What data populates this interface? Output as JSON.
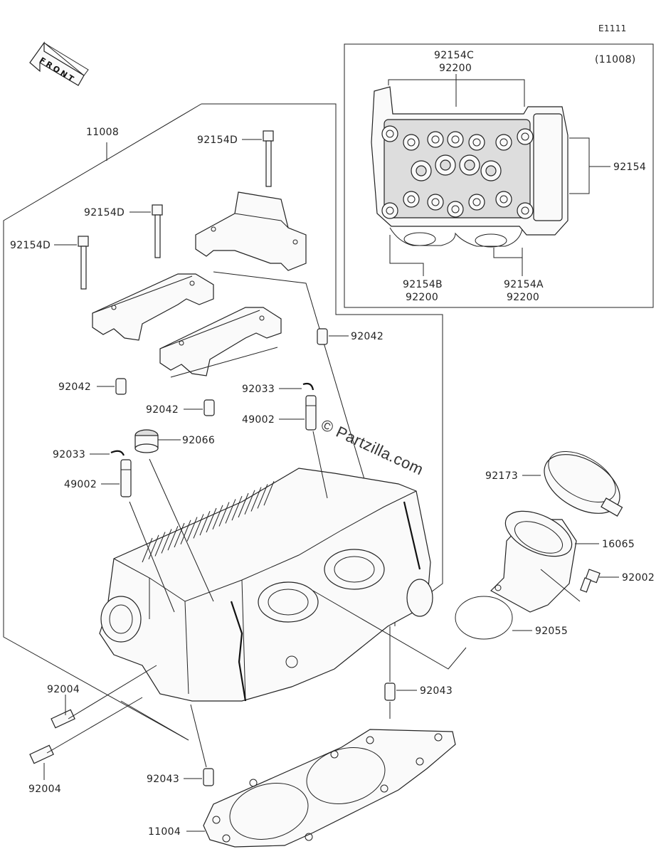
{
  "diagram_code": "E1111",
  "front_arrow_label": "FRONT",
  "watermark": "© Partzilla.com",
  "inset": {
    "title": "(11008)",
    "callouts": {
      "c_top_1": "92154C",
      "c_top_2": "92200",
      "c_right": "92154",
      "c_bl_1": "92154B",
      "c_bl_2": "92200",
      "c_br_1": "92154A",
      "c_br_2": "92200"
    }
  },
  "callouts": {
    "head_assembly": "11008",
    "bolt_top": "92154D",
    "bolt_mid": "92154D",
    "bolt_left": "92154D",
    "dowel_right_upper": "92042",
    "dowel_left": "92042",
    "dowel_mid": "92042",
    "keeper_right": "92033",
    "valve_guide_right": "49002",
    "seal_92066": "92066",
    "keeper_left": "92033",
    "valve_guide_left": "49002",
    "clamp_92173": "92173",
    "holder_16065": "16065",
    "bolt_92002": "92002",
    "oring_92055": "92055",
    "stud_top": "92004",
    "stud_bottom": "92004",
    "dowel_92043_right": "92043",
    "dowel_92043_left": "92043",
    "gasket_11004": "11004"
  }
}
